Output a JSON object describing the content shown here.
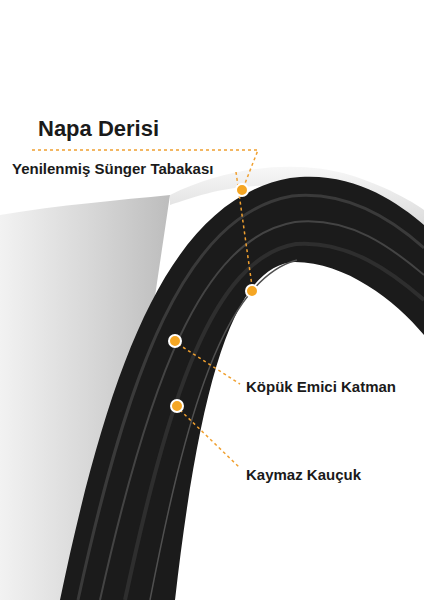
{
  "diagram": {
    "labels": [
      "Napa Derisi",
      "Yenilenmiş Sünger Tabakası",
      "Köpük Emici Katman",
      "Kaymaz Kauçuk"
    ]
  }
}
